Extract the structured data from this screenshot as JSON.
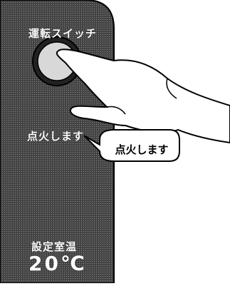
{
  "panel": {
    "switch_label": "運転スイッチ",
    "ignition_text": "点火します",
    "set_temp_label": "設定室温",
    "set_temp_value": "20℃"
  },
  "speech_bubble": {
    "text": "点火します"
  },
  "colors": {
    "panel": "#3c3c3c",
    "button": "#d8d8d8",
    "hand_fill": "#ffffff",
    "outline": "#000000"
  }
}
